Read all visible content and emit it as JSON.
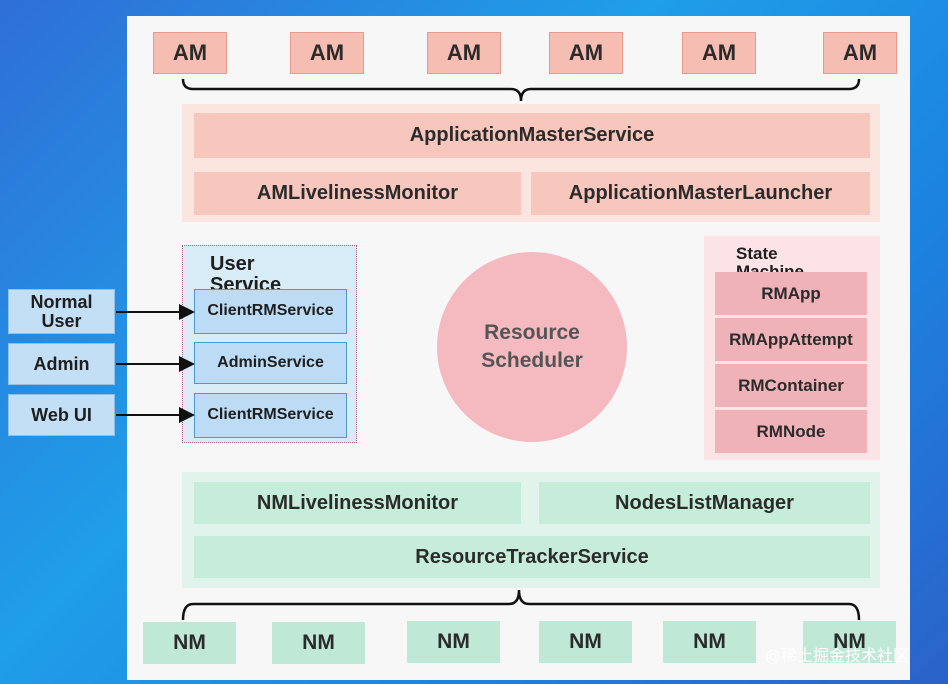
{
  "top_row": [
    "AM",
    "AM",
    "AM",
    "AM",
    "AM",
    "AM"
  ],
  "am_zone": {
    "ams": "ApplicationMasterService",
    "monitor": "AMLivelinessMonitor",
    "launcher": "ApplicationMasterLauncher"
  },
  "user_service": {
    "title": "User Service",
    "items": [
      "ClientRMService",
      "AdminService",
      "ClientRMService"
    ]
  },
  "clients": [
    "Normal User",
    "Admin",
    "Web UI"
  ],
  "scheduler": "Resource Scheduler",
  "state_machine": {
    "title": "State Machine",
    "items": [
      "RMApp",
      "RMAppAttempt",
      "RMContainer",
      "RMNode"
    ]
  },
  "nm_zone": {
    "monitor": "NMLivelinessMonitor",
    "list": "NodesListManager",
    "tracker": "ResourceTrackerService"
  },
  "bottom_row": [
    "NM",
    "NM",
    "NM",
    "NM",
    "NM",
    "NM"
  ],
  "watermark": "@稀土掘金技术社区"
}
